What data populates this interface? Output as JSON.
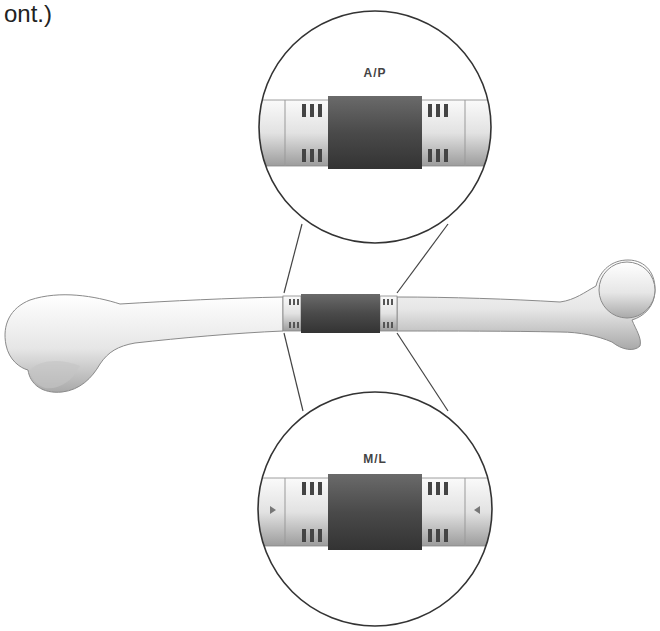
{
  "diagram": {
    "nodes": [
      {
        "text": [
          "A/P"
        ]
      },
      {
        "text": [
          "M/L"
        ]
      }
    ],
    "labels": [
      "ont.)"
    ]
  }
}
